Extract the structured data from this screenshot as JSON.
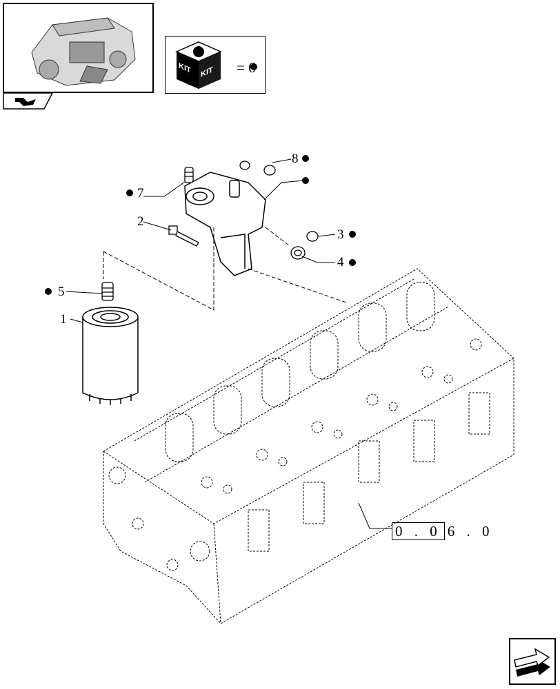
{
  "kit": {
    "badge_text_left": "KIT",
    "badge_text_right": "KIT",
    "equals": "=",
    "quantity": "6"
  },
  "callouts": [
    {
      "number": "1"
    },
    {
      "number": "2"
    },
    {
      "number": "3"
    },
    {
      "number": "4"
    },
    {
      "number": "5"
    },
    {
      "number": "7"
    },
    {
      "number": "8"
    }
  ],
  "reference": {
    "boxed_part": "0 . 0",
    "rest_part": "6 . 0"
  },
  "icons": {
    "thumbnail": "engine-thumbnail-icon",
    "nav_tab": "flip-arrow-icon",
    "kit": "kit-box-icon",
    "kit_marker": "black-dot-icon",
    "next": "next-page-arrow-icon"
  }
}
